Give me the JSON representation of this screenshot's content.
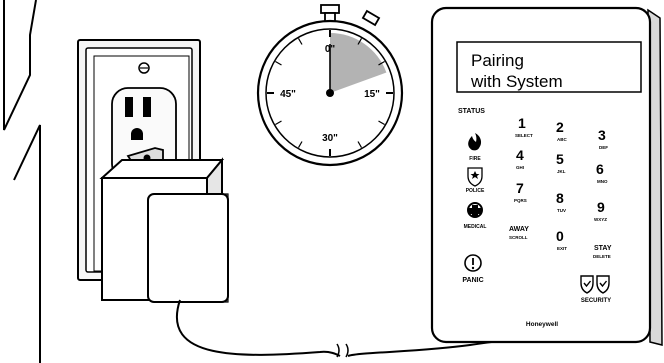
{
  "timer": {
    "labels": {
      "top": "0\"",
      "right": "15\"",
      "bottom": "30\"",
      "left": "45\""
    },
    "highlight_color": "#b3b3b3"
  },
  "keypad": {
    "display": {
      "line1": "Pairing",
      "line2": "with System"
    },
    "status_label": "STATUS",
    "side_labels": {
      "fire": "FIRE",
      "police": "POLICE",
      "medical": "MEDICAL",
      "panic": "PANIC"
    },
    "keys": [
      {
        "num": "1",
        "sub": "SELECT"
      },
      {
        "num": "2",
        "sub": "ABC"
      },
      {
        "num": "3",
        "sub": "DEF"
      },
      {
        "num": "4",
        "sub": "GHI"
      },
      {
        "num": "5",
        "sub": "JKL"
      },
      {
        "num": "6",
        "sub": "MNO"
      },
      {
        "num": "7",
        "sub": "PQRS"
      },
      {
        "num": "8",
        "sub": "TUV"
      },
      {
        "num": "9",
        "sub": "WXYZ"
      },
      {
        "num": "AWAY",
        "sub": "SCROLL"
      },
      {
        "num": "0",
        "sub": "EXIT"
      },
      {
        "num": "STAY",
        "sub": "DELETE"
      }
    ],
    "security_label": "SECURITY",
    "brand": "Honeywell"
  }
}
